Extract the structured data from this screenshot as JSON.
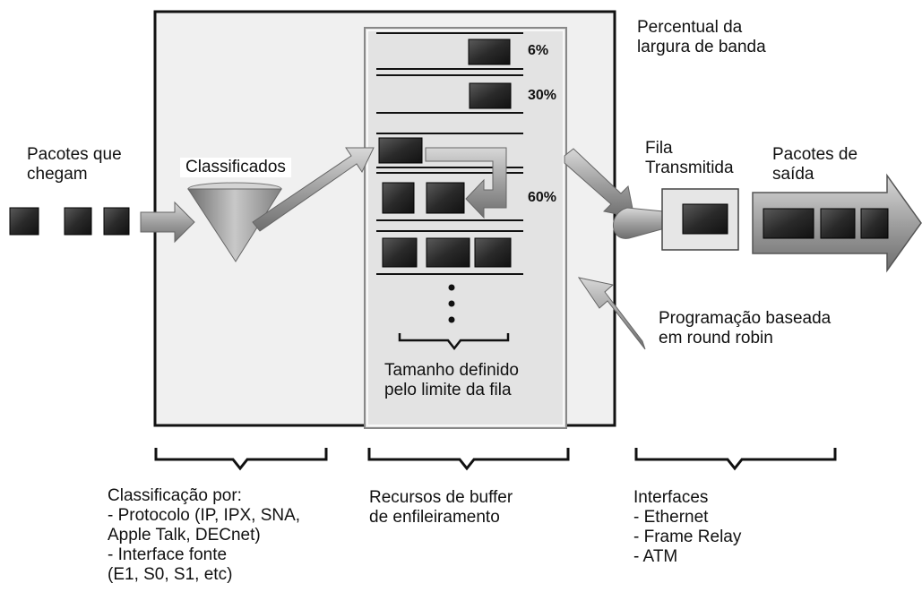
{
  "labels": {
    "incoming": [
      "Pacotes que",
      "chegam"
    ],
    "classified": "Classificados",
    "bandwidth_title": [
      "Percentual da",
      "largura de banda"
    ],
    "transmitted_queue": [
      "Fila",
      "Transmitida"
    ],
    "outgoing": [
      "Pacotes de",
      "saída"
    ],
    "scheduling": [
      "Programação baseada",
      "em round robin"
    ],
    "queue_size": [
      "Tamanho definido",
      "pelo limite da fila"
    ]
  },
  "queues": [
    {
      "percent": "6%"
    },
    {
      "percent": "30%"
    },
    {
      "percent": "60%"
    }
  ],
  "bottom": {
    "classification": [
      "Classificação por:",
      "- Protocolo (IP, IPX, SNA,",
      "Apple Talk, DECnet)",
      "- Interface fonte",
      "(E1, S0, S1, etc)"
    ],
    "buffer": [
      "Recursos de buffer",
      "de enfileiramento"
    ],
    "interfaces": [
      "Interfaces",
      "- Ethernet",
      "- Frame Relay",
      "- ATM"
    ]
  },
  "colors": {
    "packet": "#2e2e2e",
    "arrow": "#a8a8a8",
    "panel": "#efefef",
    "inner_panel": "#e2e2e2"
  }
}
